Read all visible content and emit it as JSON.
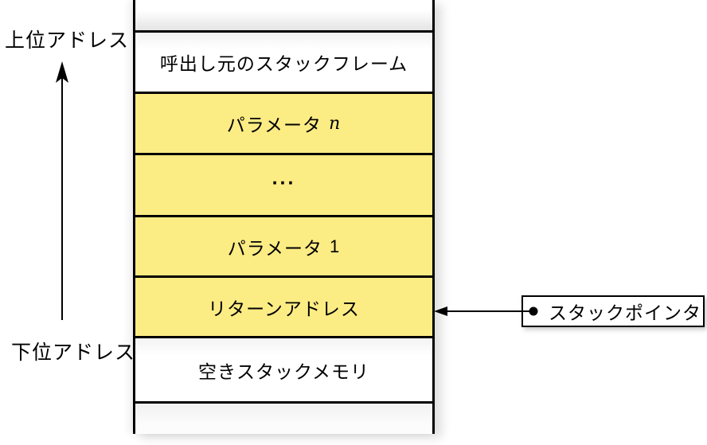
{
  "diagram": {
    "address_labels": {
      "high": "上位アドレス",
      "low": "下位アドレス"
    },
    "stack_cells": [
      {
        "text": "呼出し元のスタックフレーム",
        "fill": "#FFFFFF"
      },
      {
        "text": "パラメータ",
        "var": "n",
        "fill": "#FCEC84"
      },
      {
        "text": "...",
        "fill": "#FCEC84"
      },
      {
        "text": "パラメータ",
        "var": "1",
        "fill": "#FCEC84"
      },
      {
        "text": "リターンアドレス",
        "fill": "#FCEC84"
      },
      {
        "text": "空きスタックメモリ",
        "fill": "#FFFFFF"
      }
    ],
    "pointer": {
      "label": "スタックポインタ"
    },
    "colors": {
      "highlight_yellow": "#FCEC84",
      "line_black": "#000000"
    }
  }
}
